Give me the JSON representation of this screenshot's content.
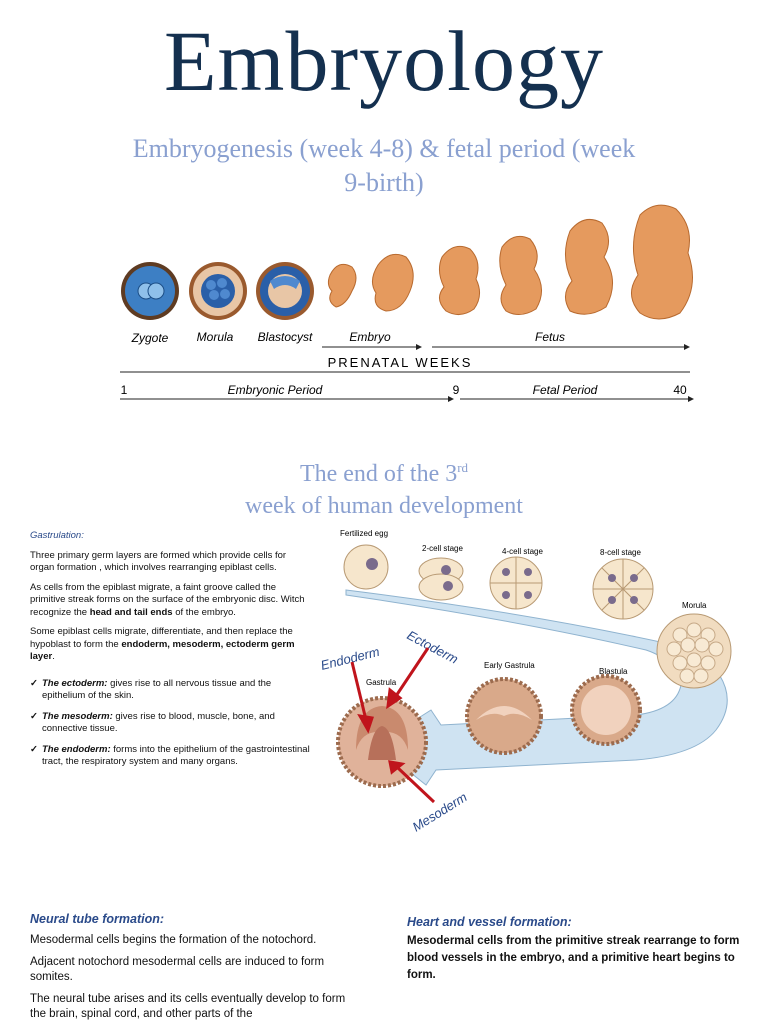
{
  "title": "Embryology",
  "subtitle": "Embryogenesis (week 4-8) & fetal period (week 9-birth)",
  "prenatal": {
    "stage_labels": [
      "Zygote",
      "Morula",
      "Blastocyst",
      "Embryo",
      "Fetus"
    ],
    "axis_title": "PRENATAL WEEKS",
    "week_start": "1",
    "week_mid": "9",
    "week_end": "40",
    "embryonic_period": "Embryonic Period",
    "fetal_period": "Fetal Period"
  },
  "section2": {
    "title_line1": "The end of the 3",
    "title_sup": "rd",
    "title_line2": "week of human development"
  },
  "gastrulation": {
    "heading": "Gastrulation:",
    "p1": "Three primary germ layers are formed which provide cells for organ formation , which involves rearranging epiblast cells.",
    "p2_a": "As cells from the epiblast migrate, a faint groove called the primitive streak forms on the surface of the embryonic disc. Witch recognize the ",
    "p2_b": "head and tail ends",
    "p2_c": " of the embryo.",
    "p3_a": "Some epiblast cells migrate, differentiate, and then replace the hypoblast to form the ",
    "p3_b": "endoderm, mesoderm, ectoderm germ layer",
    "p3_c": ".",
    "items": [
      {
        "term": "The ectoderm:",
        "text": " gives rise to all nervous tissue and the epithelium of the skin."
      },
      {
        "term": "The mesoderm:",
        "text": " gives rise to blood, muscle, bone, and connective tissue."
      },
      {
        "term": "The endoderm:",
        "text": " forms into the epithelium of the gastrointestinal tract, the respiratory system and many organs."
      }
    ]
  },
  "diagram": {
    "stages": [
      "Fertilized egg",
      "2-cell stage",
      "4-cell stage",
      "8-cell stage",
      "Morula",
      "Blastula",
      "Early Gastrula",
      "Gastrula"
    ],
    "layers": [
      "Endoderm",
      "Ectoderm",
      "Mesoderm"
    ]
  },
  "neural": {
    "heading": "Neural tube formation:",
    "p1": "Mesodermal cells begins the formation of the notochord.",
    "p2": "Adjacent notochord mesodermal cells are induced to form somites.",
    "p3": "The neural tube arises and its cells eventually develop to form the brain, spinal cord, and other parts of the"
  },
  "heart": {
    "heading": "Heart and vessel formation:",
    "text": "Mesodermal cells from the primitive streak rearrange to form blood vessels in the embryo, and a primitive heart begins to form."
  },
  "colors": {
    "title": "#14304f",
    "subtitle": "#8aa0d0",
    "heading_blue": "#2a4a8a",
    "arrow_red": "#c0141c",
    "embryo": "#e59a5e",
    "zygote_blue": "#3d7fc4"
  }
}
